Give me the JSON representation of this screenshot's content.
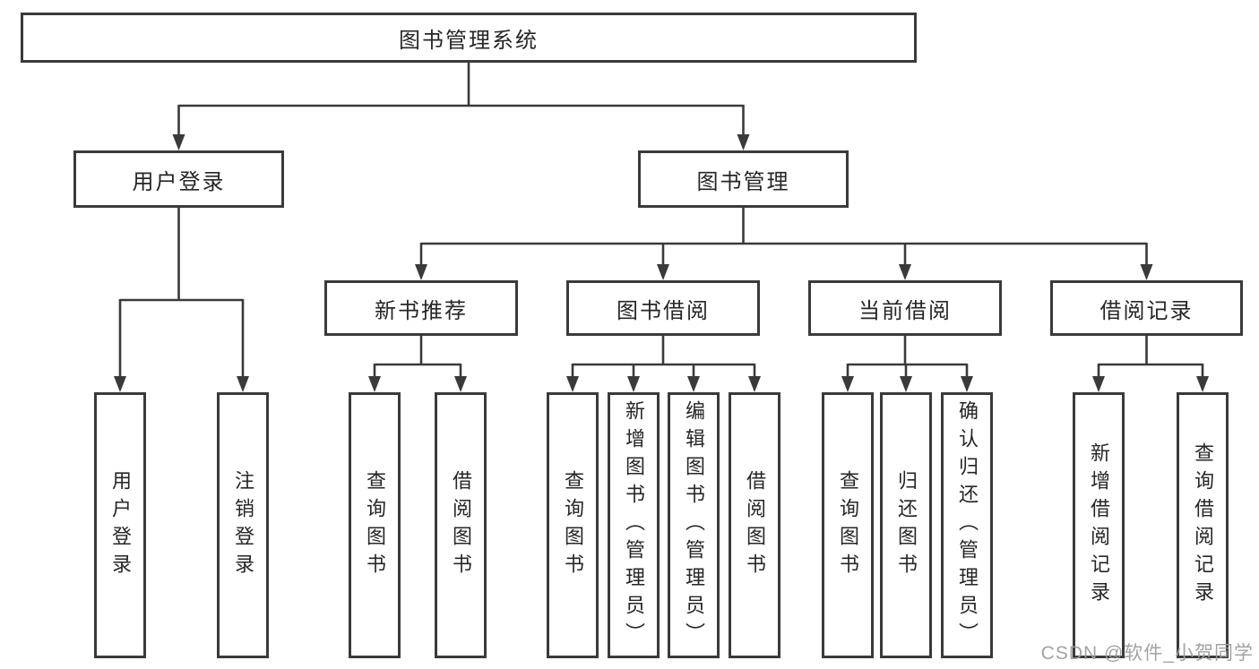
{
  "diagram": {
    "type": "tree",
    "title": "图书管理系统",
    "watermark": "CSDN @软件_小贺同学",
    "colors": {
      "line": "#3a3a3a",
      "box_border": "#3a3a3a",
      "box_fill": "#ffffff",
      "text": "#262626",
      "watermark": "#9e9e9e"
    },
    "nodes": {
      "root": {
        "label": "图书管理系统"
      },
      "level2": [
        {
          "label": "用户登录",
          "parent": "图书管理系统"
        },
        {
          "label": "图书管理",
          "parent": "图书管理系统"
        }
      ],
      "level3": [
        {
          "label": "新书推荐",
          "parent": "图书管理"
        },
        {
          "label": "图书借阅",
          "parent": "图书管理"
        },
        {
          "label": "当前借阅",
          "parent": "图书管理"
        },
        {
          "label": "借阅记录",
          "parent": "图书管理"
        }
      ],
      "leaves": [
        {
          "label": "用户登录",
          "parent": "用户登录"
        },
        {
          "label": "注销登录",
          "parent": "用户登录"
        },
        {
          "label": "查询图书",
          "parent": "新书推荐"
        },
        {
          "label": "借阅图书",
          "parent": "新书推荐"
        },
        {
          "label": "查询图书",
          "parent": "图书借阅"
        },
        {
          "label": "新增图书（管理员）",
          "parent": "图书借阅"
        },
        {
          "label": "编辑图书（管理员）",
          "parent": "图书借阅"
        },
        {
          "label": "借阅图书",
          "parent": "图书借阅"
        },
        {
          "label": "查询图书",
          "parent": "当前借阅"
        },
        {
          "label": "归还图书",
          "parent": "当前借阅"
        },
        {
          "label": "确认归还（管理员）",
          "parent": "当前借阅"
        },
        {
          "label": "新增借阅记录",
          "parent": "借阅记录"
        },
        {
          "label": "查询借阅记录",
          "parent": "借阅记录"
        }
      ]
    }
  }
}
